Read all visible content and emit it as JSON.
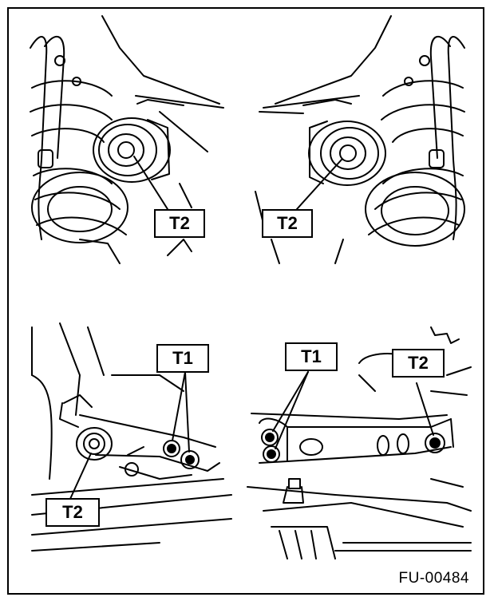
{
  "figure_code": "FU-00484",
  "panels": [
    {
      "id": "top-left",
      "labels": [
        "T2"
      ]
    },
    {
      "id": "top-right",
      "labels": [
        "T2"
      ]
    },
    {
      "id": "bottom-left",
      "labels": [
        "T1",
        "T2"
      ]
    },
    {
      "id": "bottom-right",
      "labels": [
        "T1",
        "T2"
      ]
    }
  ],
  "colors": {
    "ink": "#000000",
    "paper": "#ffffff"
  }
}
